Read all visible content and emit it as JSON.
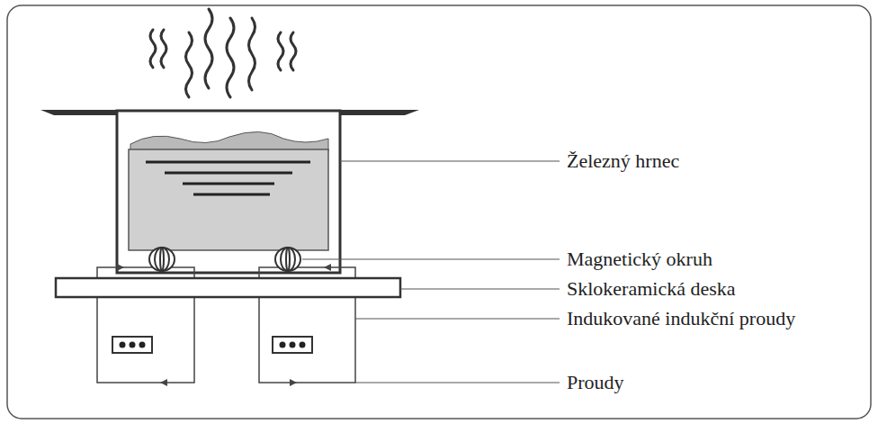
{
  "diagram": {
    "labels": [
      "Železný hrnec",
      "Magnetický okruh",
      "Sklokeramická deska",
      "Indukované indukční proudy",
      "Proudy"
    ]
  }
}
